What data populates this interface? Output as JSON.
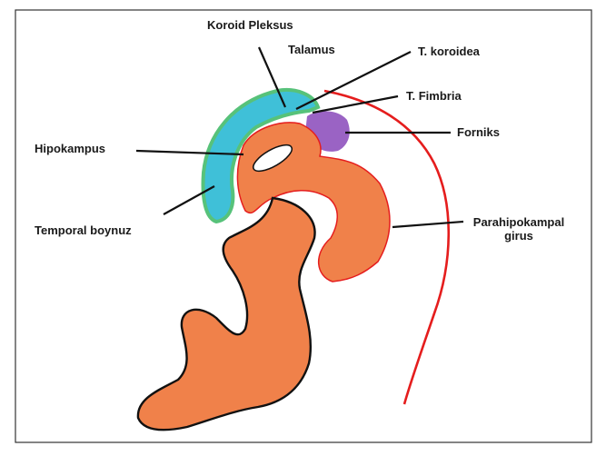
{
  "labels": {
    "koroid_pleksus": "Koroid Pleksus",
    "talamus": "Talamus",
    "t_koroidea": "T. koroidea",
    "t_fimbria": "T. Fimbria",
    "forniks": "Forniks",
    "hipokampus": "Hipokampus",
    "temporal_boynuz": "Temporal boynuz",
    "parahipokampal_line1": "Parahipokampal",
    "parahipokampal_line2": "girus"
  },
  "colors": {
    "ventricle_blue": "#3fc0d8",
    "ventricle_border": "#57c27a",
    "gray_matter_orange": "#f0814a",
    "forniks_purple": "#9a63c4",
    "pia_red": "#e51d1d",
    "outline_black": "#111111",
    "frame": "#333333"
  }
}
